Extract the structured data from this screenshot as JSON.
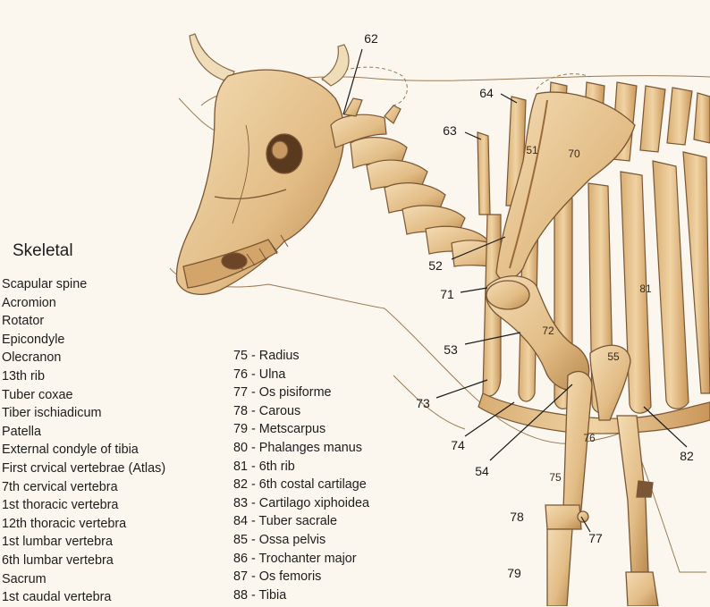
{
  "heading": "Skeletal",
  "left_list": [
    "Scapular spine",
    "Acromion",
    "Rotator",
    "Epicondyle",
    "Olecranon",
    "13th rib",
    "Tuber coxae",
    "Tiber ischiadicum",
    "Patella",
    "External condyle of tibia",
    "First crvical vertebrae (Atlas)",
    "7th cervical vertebra",
    "1st thoracic vertebra",
    "12th thoracic vertebra",
    "1st lumbar vertebra",
    "6th lumbar vertebra",
    "Sacrum",
    "1st caudal vertebra"
  ],
  "right_list": [
    "75 - Radius",
    "76 - Ulna",
    "77 - Os pisiforme",
    "78 - Carous",
    "79 - Metscarpus",
    "80 - Phalanges manus",
    "81 - 6th rib",
    "82 - 6th costal cartilage",
    "83 - Cartilago xiphoidea",
    "84 - Tuber sacrale",
    "85 - Ossa pelvis",
    "86 - Trochanter major",
    "87 - Os femoris",
    "88 - Tibia"
  ],
  "callouts": [
    "62",
    "64",
    "63",
    "51",
    "70",
    "52",
    "71",
    "81",
    "72",
    "53",
    "55",
    "73",
    "74",
    "76",
    "82",
    "54",
    "75",
    "78",
    "77",
    "79"
  ],
  "colors": {
    "background": "#fbf7ee",
    "bone": "#e7c48f",
    "bone_shadow": "#b8864b",
    "outline": "#8a6a45",
    "text": "#1d1d1d"
  }
}
